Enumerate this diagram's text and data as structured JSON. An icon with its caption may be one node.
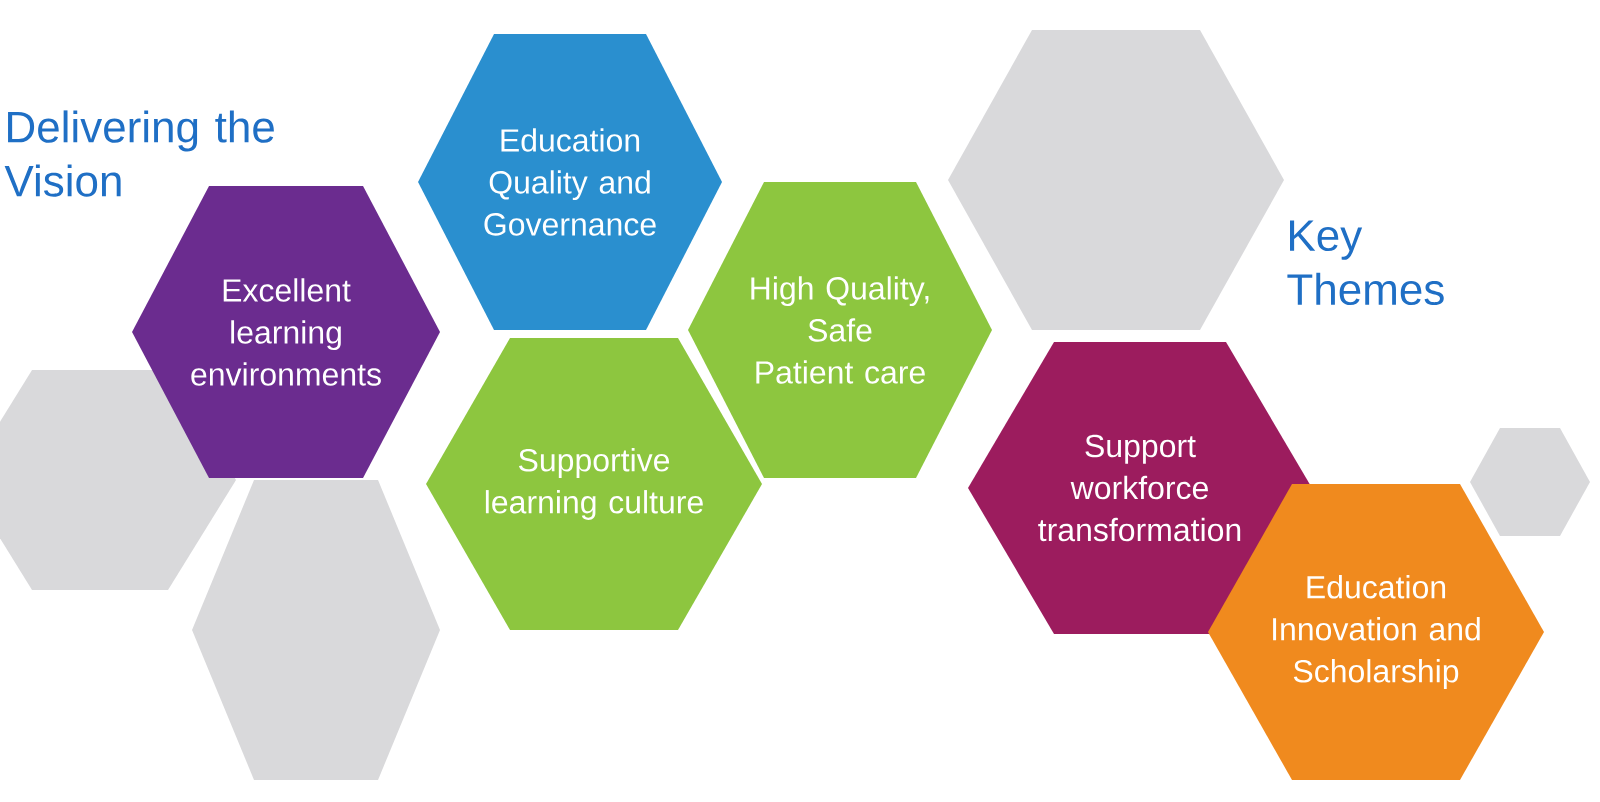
{
  "diagram": {
    "nodes": [
      {
        "text": [],
        "shape": "hexagon"
      },
      {
        "text": [
          "Excellent learning environments"
        ]
      },
      {
        "text": [],
        "shape": "hexagon"
      },
      {
        "text": [
          "Education Quality and Governance"
        ]
      },
      {
        "text": [
          "Supportive learning culture"
        ]
      },
      {
        "text": [
          "High Quality, Safe Patient care"
        ]
      },
      {
        "text": [],
        "shape": "hexagon"
      },
      {
        "text": [
          "Support workforce transformation"
        ]
      },
      {
        "text": [],
        "shape": "hexagon"
      },
      {
        "text": [
          "Education Innovation and Scholarship"
        ]
      }
    ],
    "labels": [
      "Delivering the Vision",
      "Key Themes"
    ]
  }
}
